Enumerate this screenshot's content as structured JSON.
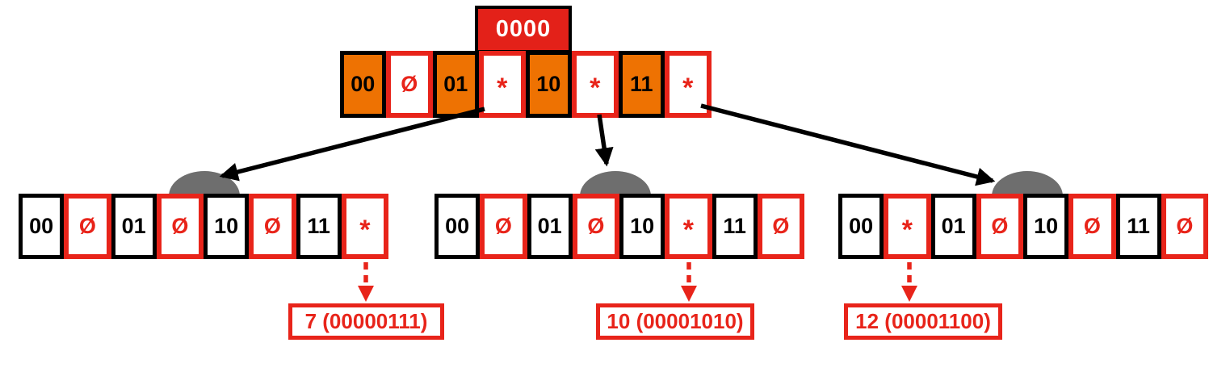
{
  "diagram": {
    "root": {
      "prefix": "0000",
      "cells": [
        "00",
        "Ø",
        "01",
        "*",
        "10",
        "*",
        "11",
        "*"
      ]
    },
    "children": [
      {
        "cells": [
          "00",
          "Ø",
          "01",
          "Ø",
          "10",
          "Ø",
          "11",
          "*"
        ],
        "leaf_value": "7 (00000111)"
      },
      {
        "cells": [
          "00",
          "Ø",
          "01",
          "Ø",
          "10",
          "*",
          "11",
          "Ø"
        ],
        "leaf_value": "10 (00001010)"
      },
      {
        "cells": [
          "00",
          "*",
          "01",
          "Ø",
          "10",
          "Ø",
          "11",
          "Ø"
        ],
        "leaf_value": "12 (00001100)"
      }
    ],
    "colors": {
      "red": "#e32119",
      "red_accent": "#e8241a",
      "orange": "#ee7202",
      "gray": "#6e6e6e",
      "black": "#000000"
    }
  }
}
